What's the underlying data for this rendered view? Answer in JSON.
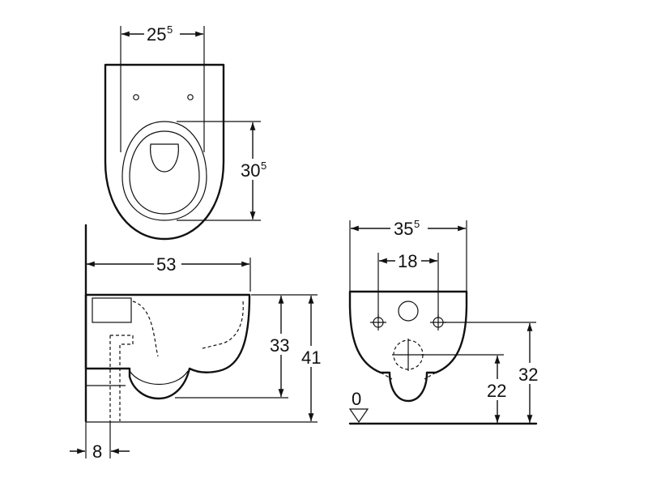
{
  "top_view": {
    "width_dimension": {
      "value": "25",
      "superscript": "5"
    },
    "seat_length_dimension": {
      "value": "30",
      "superscript": "5"
    }
  },
  "side_view": {
    "depth_dimension": "53",
    "rim_to_outlet_dimension": "33",
    "floor_to_rim_dimension": "41",
    "wall_offset_dimension": "8"
  },
  "front_view": {
    "width_dimension": {
      "value": "35",
      "superscript": "5"
    },
    "bolt_spacing_dimension": "18",
    "floor_level_label": "0",
    "outlet_height_dimension": "22",
    "bolt_height_dimension": "32"
  }
}
